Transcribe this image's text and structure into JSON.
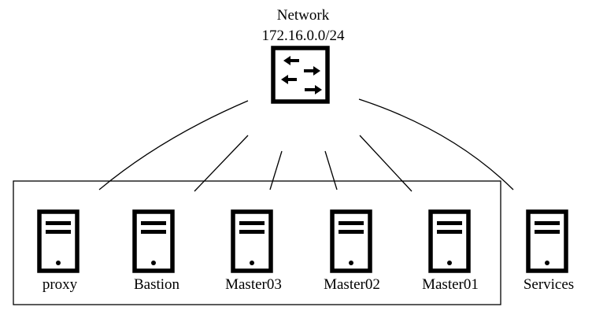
{
  "network": {
    "name": "Network",
    "subnet": "172.16.0.0/24",
    "icon": "network-switch-icon"
  },
  "nodes": [
    {
      "id": "proxy",
      "label": "proxy",
      "icon": "server-icon",
      "in_group": true
    },
    {
      "id": "bastion",
      "label": "Bastion",
      "icon": "server-icon",
      "in_group": true
    },
    {
      "id": "master03",
      "label": "Master03",
      "icon": "server-icon",
      "in_group": true
    },
    {
      "id": "master02",
      "label": "Master02",
      "icon": "server-icon",
      "in_group": true
    },
    {
      "id": "master01",
      "label": "Master01",
      "icon": "server-icon",
      "in_group": true
    },
    {
      "id": "services",
      "label": "Services",
      "icon": "server-icon",
      "in_group": false
    }
  ],
  "connections": [
    "proxy",
    "bastion",
    "master03",
    "master02",
    "master01",
    "services"
  ],
  "colors": {
    "stroke": "#000000",
    "background": "#ffffff"
  }
}
